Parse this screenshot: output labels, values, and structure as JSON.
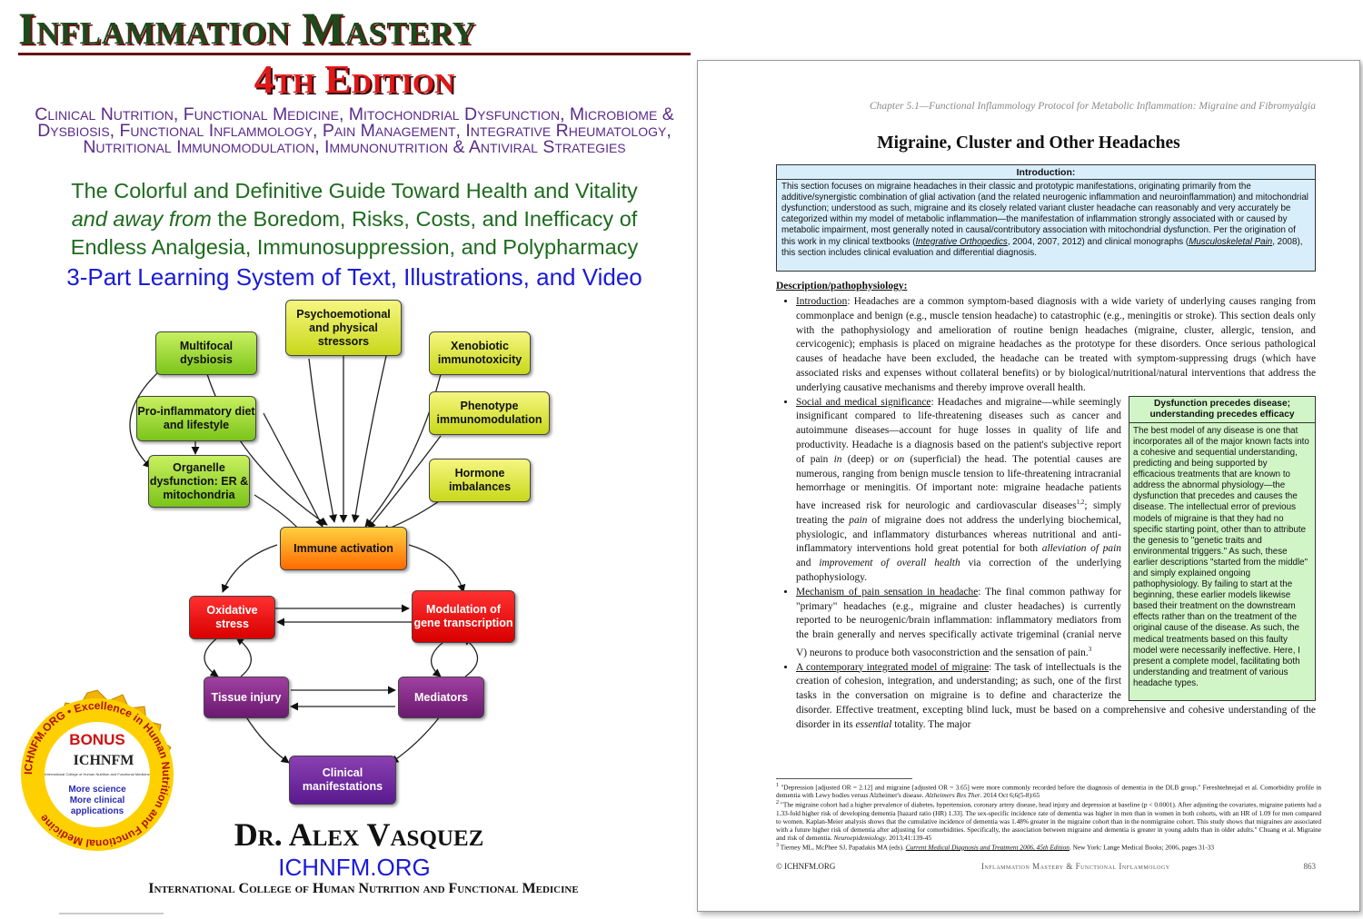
{
  "cover": {
    "title": "Inflammation Mastery",
    "edition": "4th Edition",
    "topics": "Clinical Nutrition, Functional Medicine, Mitochondrial Dysfunction, Microbiome & Dysbiosis, Functional Inflammology, Pain Management, Integrative Rheumatology, Nutritional Immunomodulation, Immunonutrition & Antiviral Strategies",
    "subtitle_line1": "The Colorful and Definitive Guide Toward Health and Vitality",
    "subtitle_line2_em": "and away from",
    "subtitle_line2_rest": " the Boredom, Risks, Costs, and Inefficacy of",
    "subtitle_line3": "Endless Analgesia, Immunosuppression, and Polypharmacy",
    "learning": "3-Part Learning System of Text, Illustrations, and Video",
    "author": "Dr. Alex Vasquez",
    "site": "ICHNFM.ORG",
    "college": "International College of Human Nutrition and Functional Medicine",
    "badge": {
      "ring_text": "ICHNFM.ORG • Excellence in Human Nutrition and Functional Medicine",
      "bonus": "BONUS",
      "logo": "ICHNFM",
      "logo_sub": "International College of Human Nutrition and Functional Medicine",
      "line1": "More science",
      "line2": "More clinical",
      "line3": "applications"
    },
    "diagram": {
      "psycho": "Psychoemotional and physical stressors",
      "multifocal": "Multifocal dysbiosis",
      "xenobiotic": "Xenobiotic immunotoxicity",
      "proinflam": "Pro-inflammatory diet and lifestyle",
      "phenotype": "Phenotype immunomodulation",
      "organelle": "Organelle dysfunction: ER & mitochondria",
      "hormone": "Hormone imbalances",
      "immune": "Immune activation",
      "oxidative": "Oxidative stress",
      "modulation": "Modulation of gene transcription",
      "tissue": "Tissue injury",
      "mediators": "Mediators",
      "clinical": "Clinical manifestations"
    }
  },
  "page": {
    "header": "Chapter 5.1—Functional Inflammology Protocol for Metabolic Inflammation: Migraine and Fibromyalgia",
    "title": "Migraine, Cluster and Other Headaches",
    "intro": {
      "heading": "Introduction:",
      "text_a": "This section focuses on migraine headaches in their classic and prototypic manifestations, originating primarily from the additive/synergistic combination of glial activation (and the related neurogenic inflammation and neuroinflammation) and mitochondrial dysfunction; understood as such, migraine and its closely related variant cluster headache can reasonably and very accurately be categorized within my model of metabolic inflammation—the manifestation of inflammation strongly associated with or caused by metabolic impairment, most generally noted in causal/contributory association with mitochondrial dysfunction. Per the origination of this work in my clinical textbooks (",
      "book1": "Integrative Orthopedics",
      "text_b": ", 2004, 2007, 2012) and clinical monographs (",
      "book2": "Musculoskeletal Pain",
      "text_c": ", 2008), this section includes clinical evaluation and differential diagnosis."
    },
    "desc_label": "Description/pathophysiology",
    "desc_colon": ":",
    "b1_label": "Introduction",
    "b1_text": ": Headaches are a common symptom-based diagnosis with a wide variety of underlying causes ranging from commonplace and benign (e.g., muscle tension headache) to catastrophic (e.g., meningitis or stroke). This section deals only with the pathophysiology and amelioration of routine benign headaches (migraine, cluster, allergic, tension, and cervicogenic); emphasis is placed on migraine headaches as the prototype for these disorders. Once serious pathological causes of headache have been excluded, the headache can be treated with symptom-suppressing drugs (which have associated risks and expenses without collateral benefits) or by biological/nutritional/natural interventions that address the underlying causative mechanisms and thereby improve overall health.",
    "side": {
      "heading": "Dysfunction precedes disease; understanding precedes efficacy",
      "text": "The best model of any disease is one that incorporates all of the major known facts into a cohesive and sequential understanding, predicting and being supported by efficacious treatments that are known to address the abnormal physiology—the dysfunction that precedes and causes the disease. The intellectual error of previous models of migraine is that they had no specific starting point, other than to attribute the genesis to \"genetic traits and environmental triggers.\" As such, these earlier descriptions \"started from the middle\" and simply explained ongoing pathophysiology. By failing to start at the beginning, these earlier models likewise based their treatment on the downstream effects rather than on the treatment of the original cause of the disease. As such, the medical treatments based on this faulty model were necessarily ineffective. Here, I present a complete model, facilitating both understanding and treatment of various headache types."
    },
    "b2_label": "Social and medical significance",
    "b2_a": ": Headaches and migraine—while seemingly insignificant compared to life-threatening diseases such as cancer and autoimmune diseases—account for huge losses in quality of life and productivity. Headache is a diagnosis based on the patient's subjective report of pain ",
    "b2_in": "in",
    "b2_b": " (deep) or ",
    "b2_on": "on",
    "b2_c": " (superficial) the head. The potential causes are numerous, ranging from benign muscle tension to life-threatening intracranial hemorrhage or meningitis. Of important note: migraine headache patients have increased risk for neurologic and cardiovascular diseases",
    "b2_sup": "1,2",
    "b2_d": "; simply treating the ",
    "b2_pain": "pain",
    "b2_e": " of migraine does not address the underlying biochemical, physiologic, and inflammatory disturbances whereas nutritional and anti-inflammatory interventions hold great potential for both ",
    "b2_alleviation": "alleviation of pain",
    "b2_f": " and ",
    "b2_improvement": "improvement of overall health",
    "b2_g": " via correction of the underlying pathophysiology.",
    "b3_label": "Mechanism of pain sensation in headache",
    "b3_a": ": The final common pathway for \"primary\" headaches (e.g., migraine and cluster headaches) is currently reported to be neurogenic/brain inflammation: inflammatory mediators from the brain generally and nerves specifically activate trigeminal (cranial nerve V) neurons to produce both vasoconstriction and the sensation of pain.",
    "b3_sup": "3",
    "b4_label": "A contemporary integrated model of migraine",
    "b4_a": ": The task of intellectuals is the creation of cohesion, integration, and understanding; as such, one of the first tasks in the conversation on migraine is to define and characterize the disorder. Effective treatment, excepting blind luck, must be based on a comprehensive and cohesive understanding of the disorder in its ",
    "b4_essential": "essential",
    "b4_b": " totality. The major",
    "fn1_num": "1",
    "fn1_a": " \"Depression [adjusted OR = 2.12] and migraine [adjusted OR = 3.65] were more commonly recorded before the diagnosis of dementia in the DLB group.\" Fereshtehnejad et al. Comorbidity profile in dementia with Lewy bodies versus Alzheimer's disease. ",
    "fn1_journal": "Alzheimers Res Ther",
    "fn1_b": ". 2014 Oct 6;6(5-8):65",
    "fn2_num": "2",
    "fn2_a": " \"The migraine cohort had a higher prevalence of diabetes, hypertension, coronary artery disease, head injury and depression at baseline (p < 0.0001). After adjusting the covariates, migraine patients had a 1.33-fold higher risk of developing dementia [hazard ratio (HR) 1.33]. The sex-specific incidence rate of dementia was higher in men than in women in both cohorts, with an HR of 1.09 for men compared to women. Kaplan-Meier analysis shows that the cumulative incidence of dementia was 1.48% greater in the migraine cohort than in the nonmigraine cohort. This study shows that migraines are associated with a future higher risk of dementia after adjusting for comorbidities. Specifically, the association between migraine and dementia is greater in young adults than in older adults.\" Chuang et al. Migraine and risk of dementia. ",
    "fn2_journal": "Neuroepidemiology",
    "fn2_b": ". 2013;41:139-45",
    "fn3_num": "3",
    "fn3_a": " Tierney ML, McPhee SJ, Papadakis MA (eds). ",
    "fn3_book": "Current Medical Diagnosis and Treatment 2006, 45th Edition",
    "fn3_b": ". New York: Lange Medical Books; 2006, pages 31-33",
    "footer_left": "© ICHNFM.ORG",
    "footer_center": "Inflammation Mastery & Functional Inflammology",
    "footer_right": "863"
  }
}
